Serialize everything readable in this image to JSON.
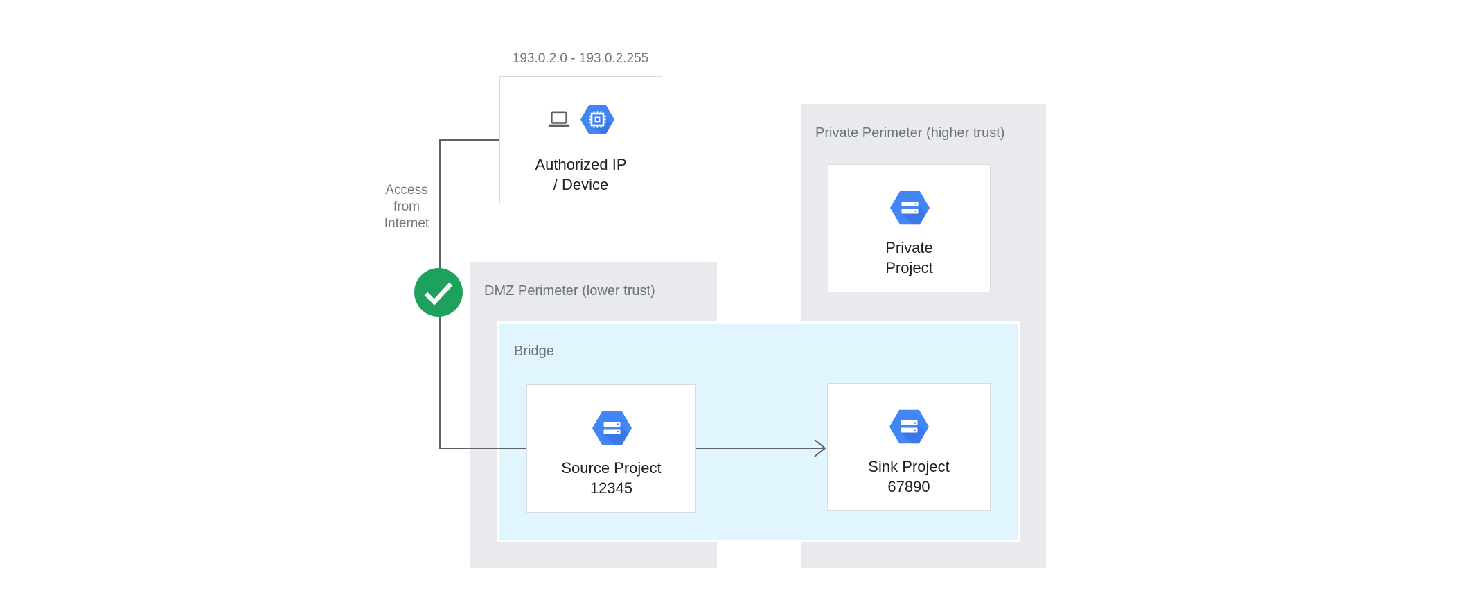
{
  "diagram": {
    "ip_range_label": "193.0.2.0 - 193.0.2.255",
    "access_label": {
      "lines": [
        "Access",
        "from",
        "Internet"
      ]
    },
    "zones": {
      "dmz": {
        "label": "DMZ Perimeter (lower trust)"
      },
      "private": {
        "label": "Private Perimeter (higher trust)"
      },
      "bridge": {
        "label": "Bridge"
      }
    },
    "nodes": {
      "authorized": {
        "lines": [
          "Authorized IP",
          "/ Device"
        ],
        "icons": [
          "laptop-icon",
          "compute-engine-icon"
        ]
      },
      "source": {
        "lines": [
          "Source Project",
          "12345"
        ],
        "icon": "project-icon"
      },
      "sink": {
        "lines": [
          "Sink Project",
          "67890"
        ],
        "icon": "project-icon"
      },
      "private": {
        "lines": [
          "Private",
          "Project"
        ],
        "icon": "project-icon"
      }
    },
    "status": {
      "icon": "check-icon"
    },
    "colors": {
      "hexagon_blue": "#4285F4",
      "hexagon_blue_dark": "#3367D6",
      "zone_gray": "#E8EAED",
      "bridge_blue": "#E1F5FE",
      "bridge_border": "#FFFFFF",
      "check_green": "#1FA15E",
      "line_gray": "#5F6368",
      "text_dark": "#212121",
      "text_gray": "#757575",
      "node_border": "#D8DADD"
    }
  }
}
